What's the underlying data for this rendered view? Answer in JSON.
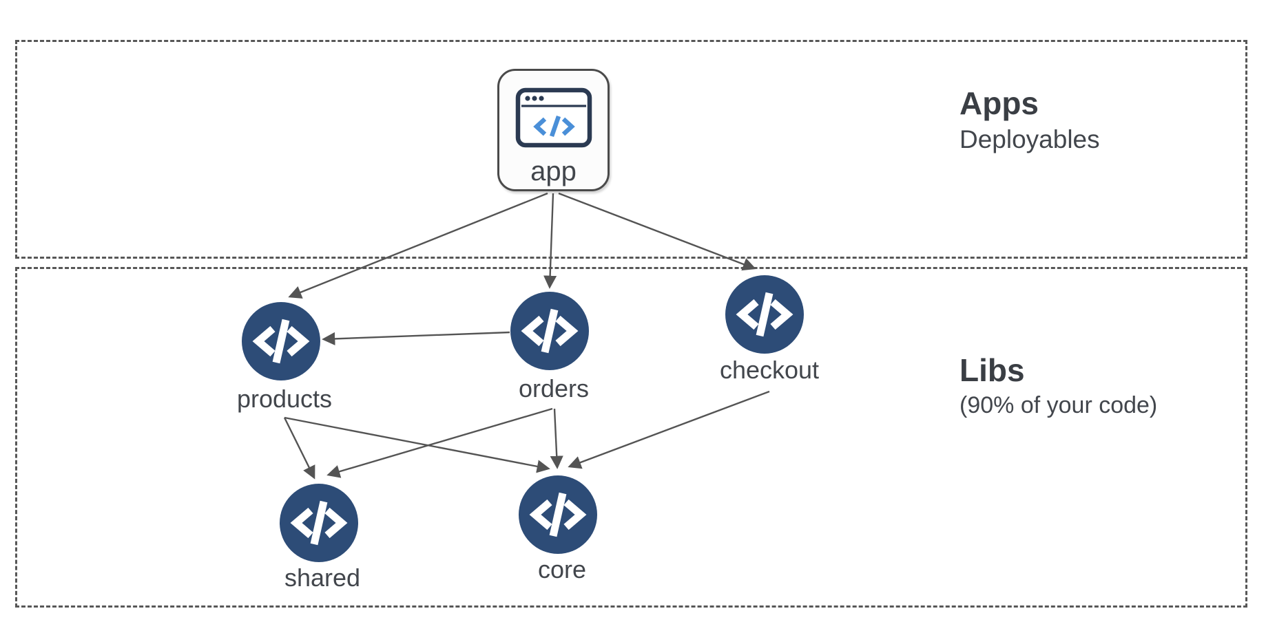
{
  "zones": {
    "apps": {
      "title": "Apps",
      "subtitle": "Deployables"
    },
    "libs": {
      "title": "Libs",
      "subtitle": "(90% of your code)"
    }
  },
  "nodes": {
    "app": {
      "label": "app"
    },
    "products": {
      "label": "products"
    },
    "orders": {
      "label": "orders"
    },
    "checkout": {
      "label": "checkout"
    },
    "shared": {
      "label": "shared"
    },
    "core": {
      "label": "core"
    }
  },
  "edges": [
    {
      "from": "app",
      "to": "products"
    },
    {
      "from": "app",
      "to": "orders"
    },
    {
      "from": "app",
      "to": "checkout"
    },
    {
      "from": "orders",
      "to": "products"
    },
    {
      "from": "products",
      "to": "shared"
    },
    {
      "from": "products",
      "to": "core"
    },
    {
      "from": "orders",
      "to": "shared"
    },
    {
      "from": "orders",
      "to": "core"
    },
    {
      "from": "checkout",
      "to": "core"
    }
  ],
  "icons": {
    "library_node": "code-icon",
    "app_node": "browser-window-icon"
  },
  "colors": {
    "lib_node_fill": "#2d4c77",
    "arrow": "#545454",
    "zone_border": "#575757",
    "label_text": "#42464c",
    "heading_text": "#3a3e44",
    "app_code_blue": "#4a8fd8",
    "browser_icon_navy": "#2b3a52"
  }
}
